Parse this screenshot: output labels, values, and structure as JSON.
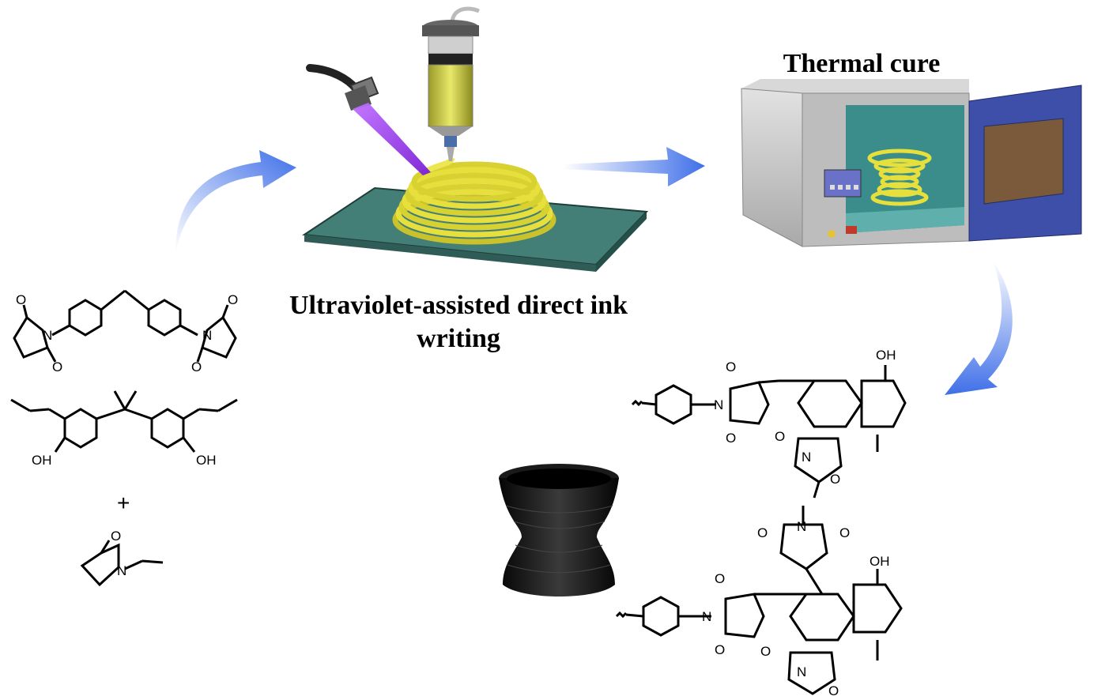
{
  "labels": {
    "uv_process": "Ultraviolet-assisted direct ink writing",
    "thermal": "Thermal cure",
    "plus": "+"
  },
  "atoms": {
    "O": "O",
    "N": "N",
    "OH": "OH"
  },
  "colors": {
    "arrow": "#4a78e8",
    "coil": "#e6e04a",
    "plate": "#3f7a72",
    "uv_beam": "#9933ee",
    "oven_body": "#c8c8c8",
    "oven_door": "#3d4fa8",
    "printed_part": "#111111"
  },
  "icons": [
    "syringe-icon",
    "uv-lamp-icon",
    "oven-icon",
    "printed-cup-icon",
    "process-arrow-icon"
  ]
}
